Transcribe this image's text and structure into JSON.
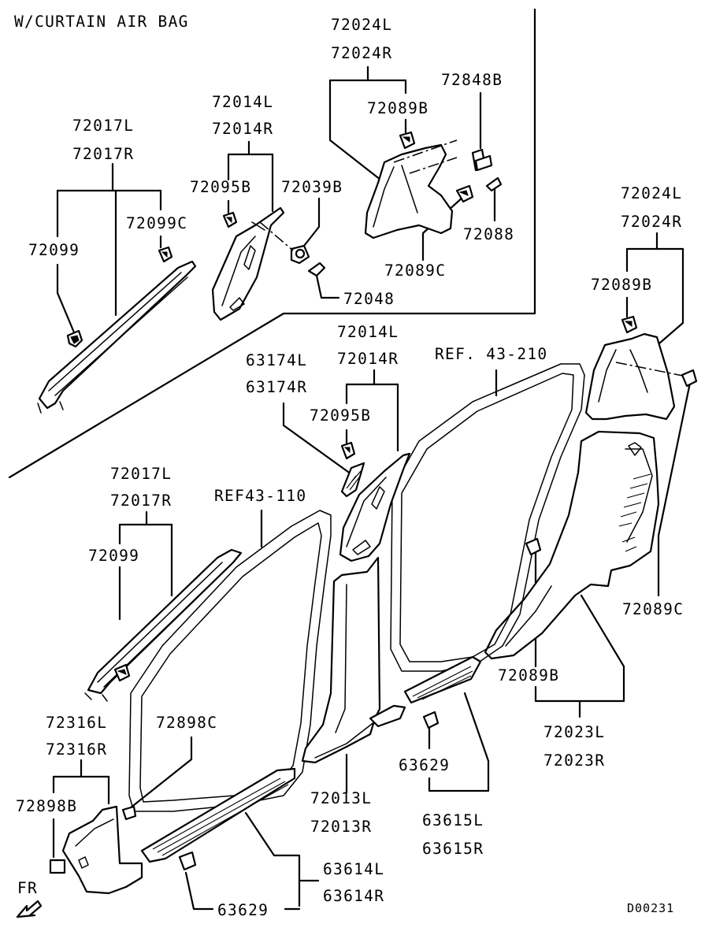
{
  "section_title": "W/CURTAIN AIR BAG",
  "drawing_code": "D00231",
  "direction_label": "FR",
  "labels": {
    "l72024L_a": "72024L",
    "l72024R_a": "72024R",
    "l72848B": "72848B",
    "l72089B_a": "72089B",
    "l72014L_a": "72014L",
    "l72014R_a": "72014R",
    "l72017L_a": "72017L",
    "l72017R_a": "72017R",
    "l72095B_a": "72095B",
    "l72039B": "72039B",
    "l72099C": "72099C",
    "l72099_a": "72099",
    "l72088": "72088",
    "l72089C_a": "72089C",
    "l72048": "72048",
    "l72024L_b": "72024L",
    "l72024R_b": "72024R",
    "l72089B_b": "72089B",
    "l72014L_b": "72014L",
    "l72014R_b": "72014R",
    "l63174L": "63174L",
    "l63174R": "63174R",
    "ref43_210": "REF. 43-210",
    "l72095B_b": "72095B",
    "l72017L_b": "72017L",
    "l72017R_b": "72017R",
    "ref43_110": "REF43-110",
    "l72099_b": "72099",
    "l72089C_b": "72089C",
    "l72089B_c": "72089B",
    "l72023L": "72023L",
    "l72023R": "72023R",
    "l72316L": "72316L",
    "l72316R": "72316R",
    "l72898C": "72898C",
    "l72898B": "72898B",
    "l63629_a": "63629",
    "l72013L": "72013L",
    "l72013R": "72013R",
    "l63615L": "63615L",
    "l63615R": "63615R",
    "l63614L": "63614L",
    "l63614R": "63614R",
    "l63629_b": "63629"
  }
}
